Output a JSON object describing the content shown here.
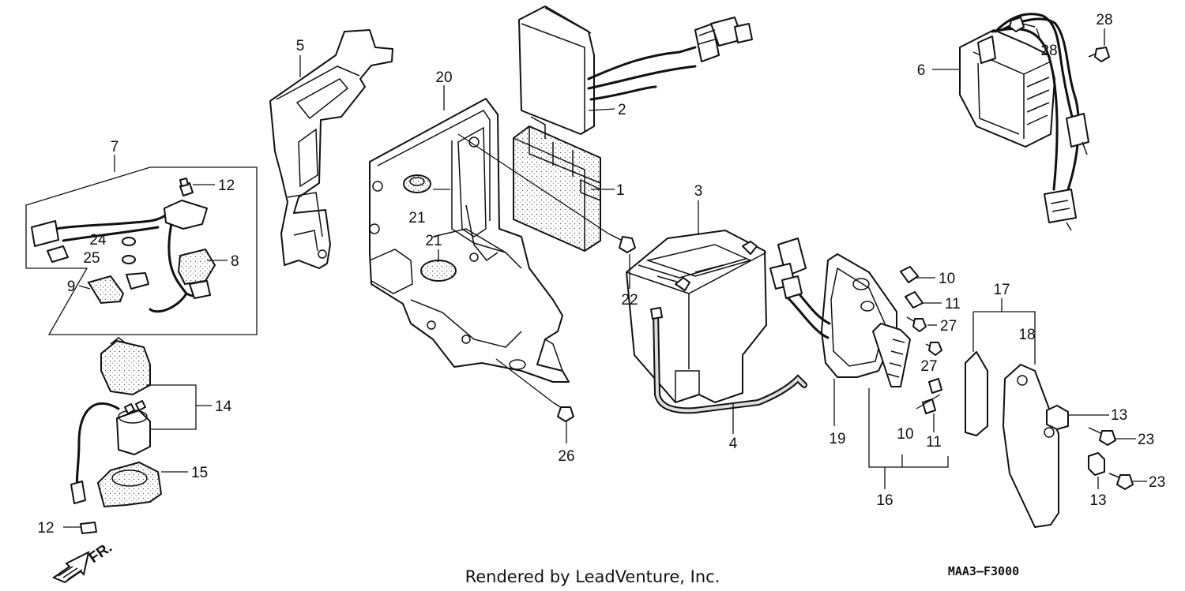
{
  "diagram": {
    "footer_text": "Rendered by LeadVenture, Inc.",
    "diagram_code": "MAA3–F3000",
    "direction_label": "FR.",
    "callouts": {
      "c1": "1",
      "c2": "2",
      "c3": "3",
      "c4": "4",
      "c5": "5",
      "c6": "6",
      "c7": "7",
      "c8": "8",
      "c9": "9",
      "c10a": "10",
      "c10b": "10",
      "c11a": "11",
      "c11b": "11",
      "c12a": "12",
      "c12b": "12",
      "c13a": "13",
      "c13b": "13",
      "c14": "14",
      "c15": "15",
      "c16": "16",
      "c17": "17",
      "c18": "18",
      "c19": "19",
      "c20": "20",
      "c21a": "21",
      "c21b": "21",
      "c22": "22",
      "c23a": "23",
      "c23b": "23",
      "c24": "24",
      "c25": "25",
      "c26": "26",
      "c27a": "27",
      "c27b": "27",
      "c28a": "28",
      "c28b": "28"
    }
  }
}
